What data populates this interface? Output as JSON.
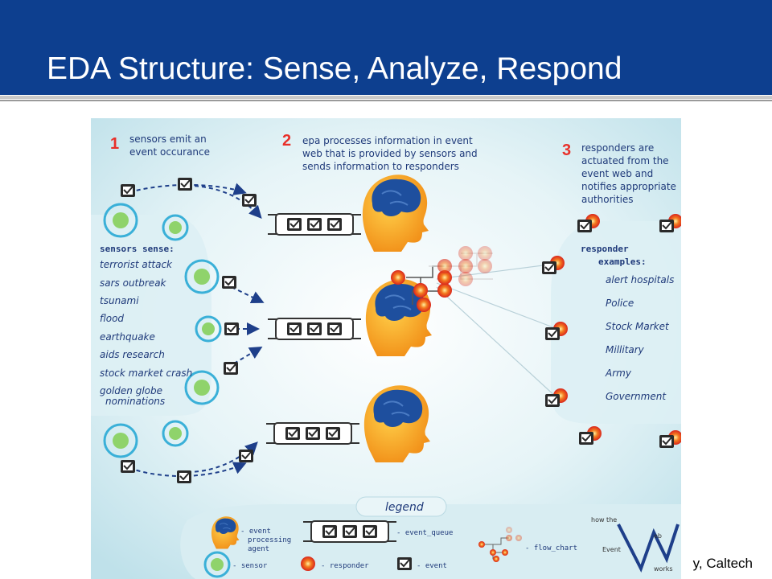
{
  "slide": {
    "title": "EDA Structure: Sense, Analyze, Respond",
    "credit": "y, Caltech"
  },
  "diagram": {
    "steps": [
      {
        "number": "1",
        "lines": [
          "sensors emit an",
          "event occurance"
        ]
      },
      {
        "number": "2",
        "lines": [
          "epa processes information in event",
          "web that is provided by sensors and",
          "sends information to responders"
        ]
      },
      {
        "number": "3",
        "lines": [
          "responders are",
          "actuated from the",
          "event web and",
          "notifies appropriate",
          "authorities"
        ]
      }
    ],
    "sensors_heading": "sensors sense:",
    "sensor_items": [
      "terrorist attack",
      "sars outbreak",
      "tsunami",
      "flood",
      "earthquake",
      "aids research",
      "stock market crash",
      "golden globe",
      "nominations"
    ],
    "responder_heading": [
      "responder",
      "examples:"
    ],
    "responder_items": [
      "alert hospitals",
      "Police",
      "Stock Market",
      "Millitary",
      "Army",
      "Government"
    ],
    "legend": {
      "title": "legend",
      "epa": [
        "- event",
        "processing",
        "agent"
      ],
      "queue": "- event_queue",
      "flow": "- flow_chart",
      "sensor": "- sensor",
      "responder": "- responder",
      "event": "- event"
    },
    "logo": {
      "how": "how the",
      "event": "Event",
      "web": "eb",
      "works": "works"
    }
  },
  "colors": {
    "header": "#0d3f8f",
    "diagram_bg": "#cfe9ef",
    "step_number": "#e8302a",
    "list_text": "#1f3a7a",
    "sensor_ring": "#3ab0d8",
    "sensor_core": "#8fd36b",
    "brain": "#1e4f9e",
    "head": "#f6a823"
  }
}
